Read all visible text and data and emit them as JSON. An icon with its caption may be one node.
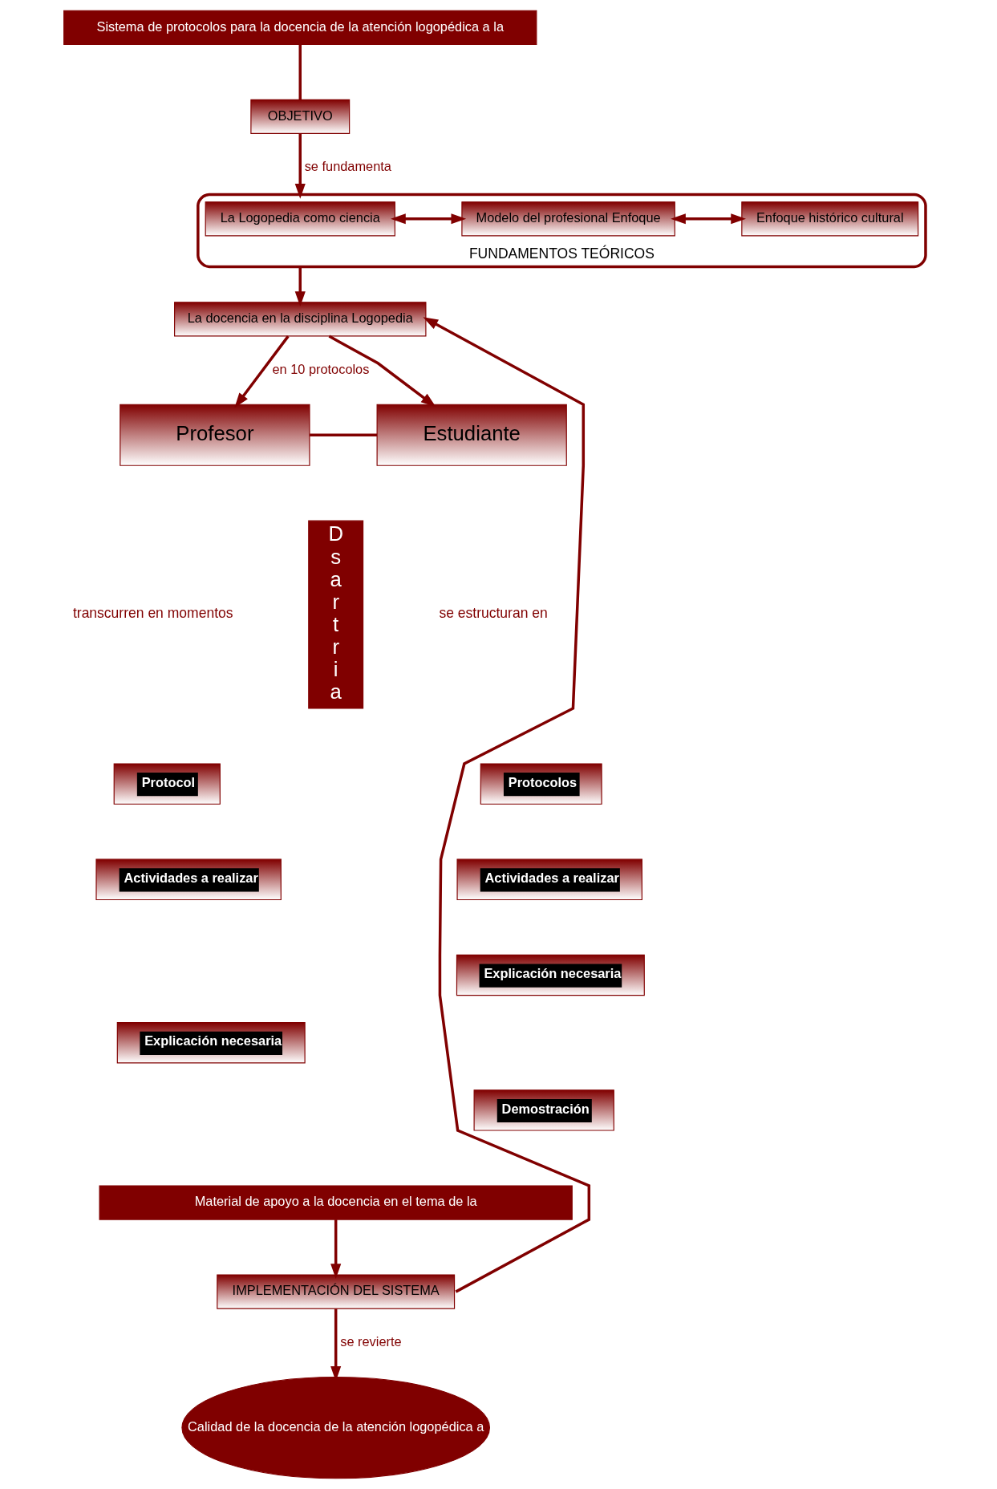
{
  "diagram": {
    "nodes": [
      {
        "text": [
          "Sistema de protocolos para la docencia de la atención logopédica a la"
        ]
      },
      {
        "text": [
          "OBJETIVO"
        ]
      },
      {
        "text": [
          "FUNDAMENTOS TEÓRICOS"
        ]
      },
      {
        "text": [
          "La Logopedia como ciencia"
        ],
        "in": 2
      },
      {
        "text": [
          "Modelo del profesional Enfoque"
        ],
        "in": 2
      },
      {
        "text": [
          "Enfoque histórico cultural"
        ],
        "in": 2
      },
      {
        "text": [
          "La docencia en la disciplina Logopedia"
        ]
      },
      {
        "text": [
          "Profesor"
        ]
      },
      {
        "text": [
          "Estudiante"
        ]
      },
      {
        "text": [
          "Dsartria"
        ]
      },
      {
        "text": [
          "Protocol"
        ]
      },
      {
        "text": [
          "Actividades a realizar"
        ]
      },
      {
        "text": [
          "Explicación necesaria"
        ]
      },
      {
        "text": [
          "Protocolos"
        ]
      },
      {
        "text": [
          "Actividades a realizar"
        ]
      },
      {
        "text": [
          "Explicación necesaria"
        ]
      },
      {
        "text": [
          "Demostración"
        ]
      },
      {
        "text": [
          "Material de apoyo a la docencia en el tema de la"
        ]
      },
      {
        "text": [
          "IMPLEMENTACIÓN DEL SISTEMA"
        ]
      },
      {
        "text": [
          "Calidad de la docencia de la atención logopédica a"
        ]
      }
    ],
    "edges": [
      {
        "from": 0,
        "to": 1,
        "arrow": "none"
      },
      {
        "from": 1,
        "to": 2,
        "arrow": "to",
        "label": "se fundamenta"
      },
      {
        "from": 3,
        "to": 4,
        "arrow": "both"
      },
      {
        "from": 4,
        "to": 5,
        "arrow": "both"
      },
      {
        "from": 2,
        "to": 6,
        "arrow": "to"
      },
      {
        "from": 6,
        "to": 7,
        "arrow": "to",
        "label": "en 10 protocolos"
      },
      {
        "from": 6,
        "to": 8,
        "arrow": "to"
      },
      {
        "from": 7,
        "to": 8,
        "arrow": "none"
      },
      {
        "from": 17,
        "to": 18,
        "arrow": "to"
      },
      {
        "from": 18,
        "to": 6,
        "arrow": "to"
      },
      {
        "from": 18,
        "to": 19,
        "arrow": "to",
        "label": "se revierte"
      }
    ],
    "labels": [
      "transcurren en momentos",
      "se estructuran en"
    ]
  }
}
